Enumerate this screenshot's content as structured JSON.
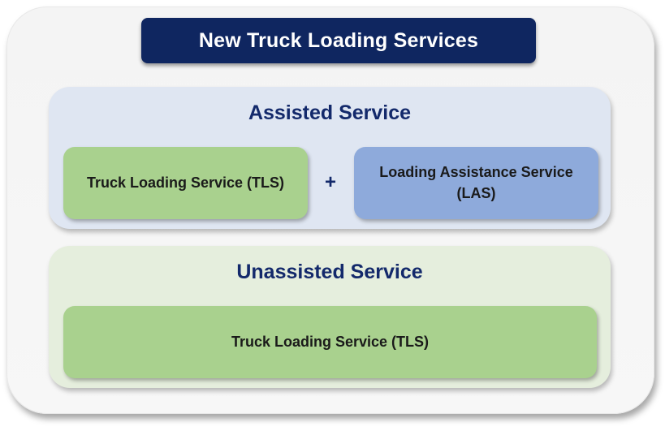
{
  "title": "New Truck Loading Services",
  "assisted": {
    "heading": "Assisted Service",
    "left_box": "Truck Loading Service (TLS)",
    "operator": "+",
    "right_box": "Loading Assistance Service (LAS)"
  },
  "unassisted": {
    "heading": "Unassisted Service",
    "box": "Truck Loading Service (TLS)"
  },
  "colors": {
    "banner": "#0f2660",
    "heading_text": "#13296b",
    "assisted_bg": "#dfe6f2",
    "unassisted_bg": "#e5eedd",
    "tls_green": "#a9d18e",
    "las_blue": "#8eaadb"
  }
}
